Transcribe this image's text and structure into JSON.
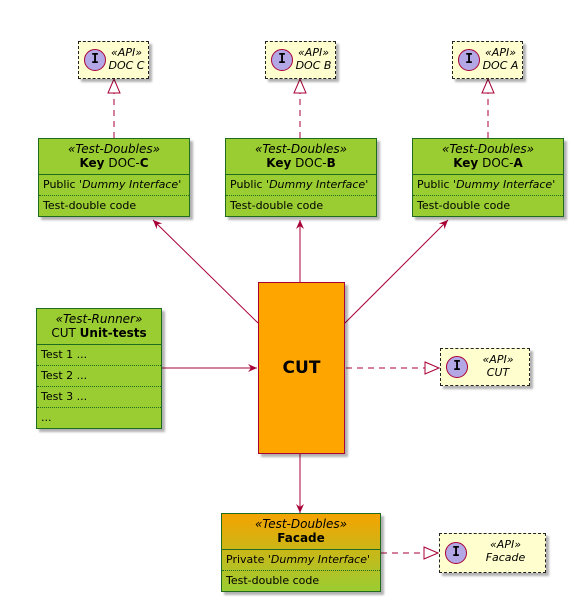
{
  "interfaces": {
    "doc_c": {
      "stereotype": "«API»",
      "name": "DOC C"
    },
    "doc_b": {
      "stereotype": "«API»",
      "name": "DOC B"
    },
    "doc_a": {
      "stereotype": "«API»",
      "name": "DOC A"
    },
    "cut": {
      "stereotype": "«API»",
      "name": "CUT"
    },
    "facade": {
      "stereotype": "«API»",
      "name": "Facade"
    },
    "icon_letter": "I"
  },
  "doubles": {
    "c": {
      "stereotype": "«Test-Doubles»",
      "key": "Key",
      "doc": "DOC-",
      "letter": "C",
      "iface_pre": "Public '",
      "iface": "Dummy Interface",
      "iface_post": "'",
      "code": "Test-double code"
    },
    "b": {
      "stereotype": "«Test-Doubles»",
      "key": "Key",
      "doc": "DOC-",
      "letter": "B",
      "iface_pre": "Public '",
      "iface": "Dummy Interface",
      "iface_post": "'",
      "code": "Test-double code"
    },
    "a": {
      "stereotype": "«Test-Doubles»",
      "key": "Key",
      "doc": "DOC-",
      "letter": "A",
      "iface_pre": "Public '",
      "iface": "Dummy Interface",
      "iface_post": "'",
      "code": "Test-double code"
    }
  },
  "runner": {
    "stereotype": "«Test-Runner»",
    "prefix": "CUT",
    "title": "Unit-tests",
    "rows": [
      "Test 1 ...",
      "Test 2 ...",
      "Test 3 ...",
      "..."
    ]
  },
  "cut_label": "CUT",
  "facade": {
    "stereotype": "«Test-Doubles»",
    "title": "Facade",
    "iface_pre": "Private '",
    "iface": "Dummy Interface",
    "iface_post": "'",
    "code": "Test-double code"
  }
}
